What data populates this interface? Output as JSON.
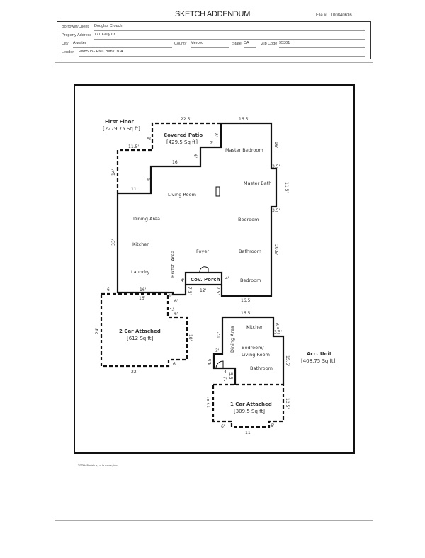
{
  "header": {
    "title": "SKETCH ADDENDUM",
    "file_label": "File #",
    "file_number": "100840636"
  },
  "form": {
    "borrower_label": "Borrower/Client",
    "borrower": "Douglas Crouch",
    "address_label": "Property Address",
    "address": "171 Kelly Ct",
    "city_label": "City",
    "city": "Atwater",
    "county_label": "County",
    "county": "Merced",
    "state_label": "State",
    "state": "CA",
    "zip_label": "Zip Code",
    "zip": "95301",
    "lender_label": "Lender",
    "lender": "PN8508 - PNC Bank, N.A."
  },
  "sketch": {
    "first_floor": {
      "title": "First Floor",
      "area": "[2279.75 Sq ft]"
    },
    "covered_patio": {
      "title": "Covered Patio",
      "area": "[429.5 Sq ft]"
    },
    "garage2": {
      "title": "2 Car Attached",
      "area": "[612 Sq ft]"
    },
    "acc_unit": {
      "title": "Acc. Unit",
      "area": "[408.75 Sq ft]"
    },
    "garage1": {
      "title": "1 Car Attached",
      "area": "[309.5 Sq ft]"
    },
    "cov_porch": "Cov. Porch",
    "rooms": [
      "Master Bedroom",
      "Master Bath",
      "Living Room",
      "Dining Area",
      "Bedroom",
      "Kitchen",
      "Foyer",
      "Bathroom",
      "Laundry",
      "Brkfst. Area",
      "Bedroom",
      "Kitchen",
      "Dining Area",
      "Bedroom/",
      "Living Room",
      "Bathroom"
    ],
    "dims": [
      "22.5'",
      "16.5'",
      "9'",
      "8'",
      "11.5'",
      "7'",
      "16'",
      "6'",
      "16'",
      "3.5'",
      "14'",
      "9'",
      "11'",
      "11.5'",
      "33'",
      "3.5'",
      "29.5'",
      "4'",
      "4'",
      "6'",
      "16'",
      "16'",
      "1'",
      "7.5'",
      "12'",
      "7.5'",
      "16.5'",
      "6'",
      "7'",
      "6'",
      "24'",
      "18'",
      "6'",
      "22'",
      "16.5'",
      "6.5'",
      "3.5'",
      "12'",
      "3'",
      "15.5'",
      "4.5'",
      "4'",
      "7'",
      "5.5'",
      "12.5'",
      "12.5'",
      "6'",
      "6'",
      "11'"
    ],
    "footer": "TOTAL Sketch by a la mode, inc."
  }
}
